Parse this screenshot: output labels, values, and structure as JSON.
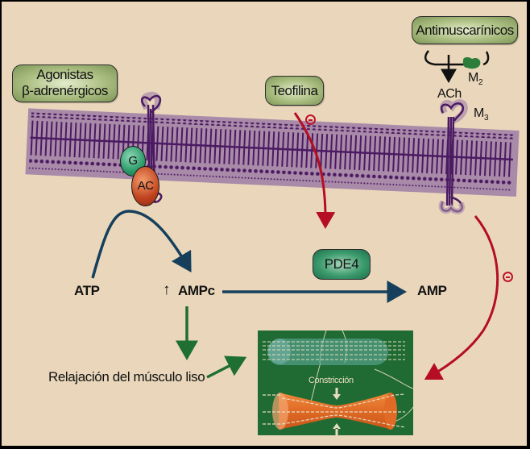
{
  "figure": {
    "title": "Mecanismo de acción de broncodilatadores",
    "colors": {
      "background": "#ead7bb",
      "membrane": "#a98aa8",
      "membrane_marks": "#4b1a62",
      "agonist_arrow": "#163f5c",
      "inhibition_arrow": "#b50e22",
      "relaxation_arrow": "#1f6e32",
      "panel_green": "#1f6b33",
      "airway_orange": "#e06a26",
      "g_protein": "#2a9a6a",
      "adenylate_cyclase": "#c0421f"
    }
  },
  "nodes": {
    "agonists": {
      "line1": "Agonistas",
      "line2": "β-adrenérgicos"
    },
    "theophylline": "Teofilina",
    "antimuscarinics": "Antimuscarínicos",
    "g_protein": "G",
    "adenylate_cyclase": "AC",
    "ach": "ACh",
    "m2": {
      "base": "M",
      "sub": "2"
    },
    "m3": {
      "base": "M",
      "sub": "3"
    },
    "atp": "ATP",
    "camp_arrow": "↑",
    "camp": "AMPc",
    "pde4": "PDE4",
    "amp": "AMP",
    "relaxation": "Relajación del músculo liso",
    "constriction": "Constricción",
    "inhibition_symbol": "⊖"
  },
  "edges": [
    {
      "from": "ATP",
      "to": "AMPc",
      "type": "activation",
      "via": "AC"
    },
    {
      "from": "AMPc",
      "to": "AMP",
      "type": "conversion",
      "via": "PDE4"
    },
    {
      "from": "Teofilina",
      "to": "PDE4",
      "type": "inhibition"
    },
    {
      "from": "M3",
      "to": "Constricción",
      "type": "inhibition"
    },
    {
      "from": "AMPc",
      "to": "Relajación del músculo liso",
      "type": "activation"
    },
    {
      "from": "Relajación del músculo liso",
      "to": "airway-panel",
      "type": "activation"
    },
    {
      "from": "Antimuscarínicos",
      "to": "ACh",
      "type": "block"
    }
  ]
}
